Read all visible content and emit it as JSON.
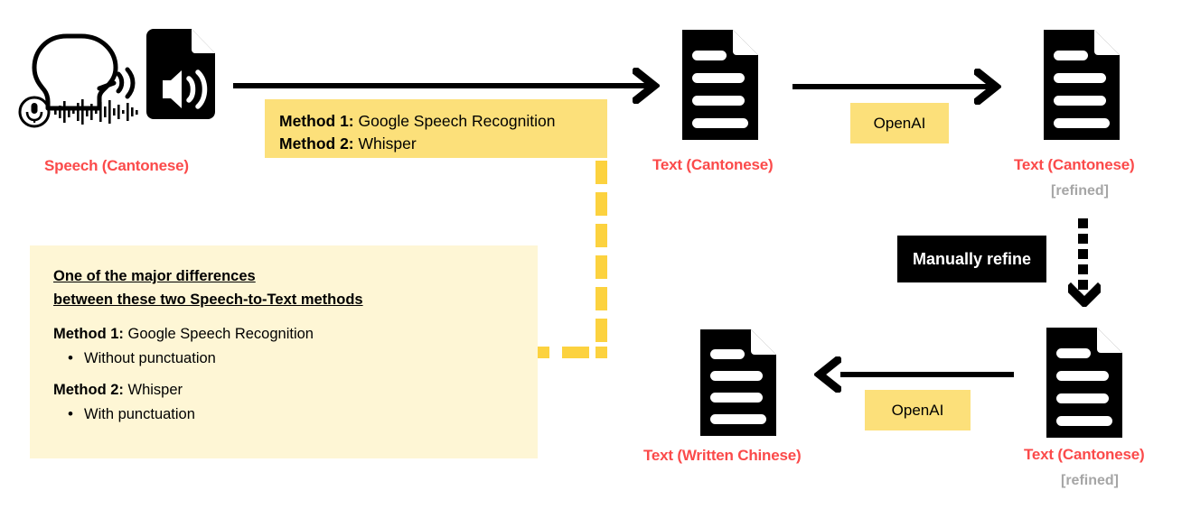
{
  "diagram": {
    "title": "Speech-to-Text and refinement pipeline",
    "colors": {
      "red_label": "#FB4A4A",
      "gray_label": "#A6A6A6",
      "chip_yellow": "#FCE07A",
      "info_box_cream": "#FEF6D5",
      "dash_yellow": "#FCD23F",
      "ink": "#000000"
    },
    "nodes": {
      "speech": {
        "label": "Speech (Cantonese)",
        "icons": [
          "speaking-head-icon",
          "microphone-waveform-icon",
          "audio-file-icon"
        ]
      },
      "text_cantonese_raw": {
        "label": "Text (Cantonese)",
        "icon": "document-icon"
      },
      "text_cantonese_refined_top": {
        "label": "Text (Cantonese)",
        "sublabel": "[refined]",
        "icon": "document-icon"
      },
      "text_cantonese_refined_bottom": {
        "label": "Text (Cantonese)",
        "sublabel": "[refined]",
        "icon": "document-icon"
      },
      "text_written_chinese": {
        "label": "Text (Written Chinese)",
        "icon": "document-icon"
      }
    },
    "edges": {
      "speech_to_text": {
        "banner_lines": [
          {
            "bold": "Method 1:",
            "rest": " Google Speech Recognition"
          },
          {
            "bold": "Method 2:",
            "rest": " Whisper"
          }
        ]
      },
      "openai_top": {
        "label": "OpenAI"
      },
      "manual_refine": {
        "label": "Manually refine"
      },
      "openai_bottom": {
        "label": "OpenAI"
      }
    },
    "info_box": {
      "heading_line_1": "One of the major differences",
      "heading_line_2": "between these two Speech-to-Text methods",
      "items": [
        {
          "bold": "Method 1:",
          "rest": " Google Speech Recognition",
          "bullet": "Without punctuation"
        },
        {
          "bold": "Method 2:",
          "rest": " Whisper",
          "bullet": "With punctuation"
        }
      ]
    }
  }
}
